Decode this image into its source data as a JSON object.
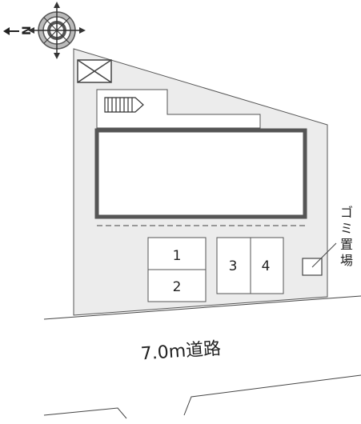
{
  "compass": {
    "direction_letter": "N",
    "arrow": "left-arrow"
  },
  "parking_spaces": [
    {
      "label": "1"
    },
    {
      "label": "2"
    },
    {
      "label": "3"
    },
    {
      "label": "4"
    }
  ],
  "garbage_area": {
    "label_lines": [
      "ゴ",
      "ミ",
      "置",
      "場"
    ]
  },
  "road": {
    "label": "7.0m道路"
  },
  "colors": {
    "site_fill": "#ececec",
    "outline": "#555555",
    "building_border": "#555555",
    "paper": "#ffffff"
  }
}
